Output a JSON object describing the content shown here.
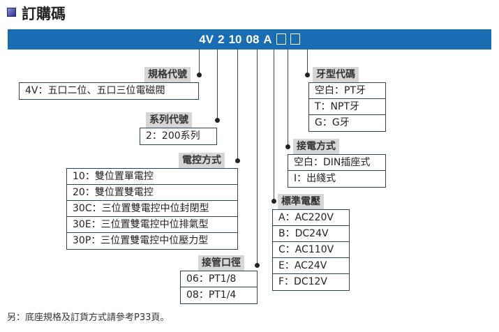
{
  "title": "訂購碼",
  "code": {
    "parts": [
      "4V",
      "2",
      "10",
      "08",
      "A"
    ]
  },
  "groups": {
    "spec": {
      "label": "規格代號",
      "rows": [
        "4V：五口二位、五口三位電磁閥"
      ]
    },
    "series": {
      "label": "系列代號",
      "rows": [
        "2：200系列"
      ]
    },
    "control": {
      "label": "電控方式",
      "rows": [
        "10：雙位置單電控",
        "20：雙位置雙電控",
        "30C：三位置雙電控中位封閉型",
        "30E：三位置雙電控中位排氣型",
        "30P：三位置雙電控中位壓力型"
      ]
    },
    "port": {
      "label": "接管口徑",
      "rows": [
        "06：PT1/8",
        "08：PT1/4"
      ]
    },
    "voltage": {
      "label": "標準電壓",
      "rows": [
        "A：AC220V",
        "B：DC24V",
        "C：AC110V",
        "E：AC24V",
        "F：DC12V"
      ]
    },
    "wiring": {
      "label": "接電方式",
      "rows": [
        "空白：DIN插座式",
        "I：出綫式"
      ]
    },
    "thread": {
      "label": "牙型代碼",
      "rows": [
        "空白：PT牙",
        "T：NPT牙",
        "G：G牙"
      ]
    }
  },
  "footer": "另：底座規格及訂貨方式請參考P33頁。"
}
